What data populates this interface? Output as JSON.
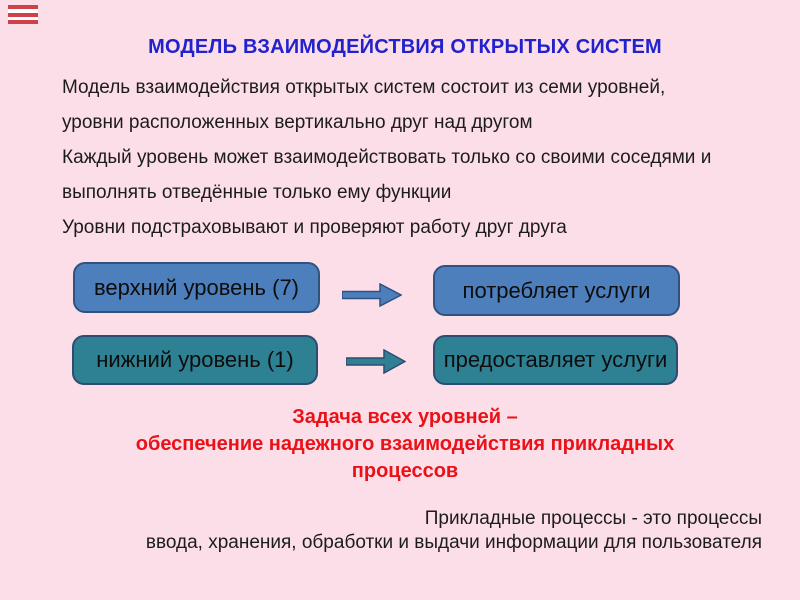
{
  "slide": {
    "background_color": "#fcdee9",
    "title": "МОДЕЛЬ ВЗАИМОДЕЙСТВИЯ ОТКРЫТЫХ СИСТЕМ",
    "title_color": "#2222cc",
    "intro_lines": [
      "Модель взаимодействия открытых систем состоит из семи уровней,",
      "уровни расположенных вертикально друг над другом",
      "Каждый уровень может взаимодействовать только со своими соседями и",
      "выполнять отведённые только ему функции",
      "Уровни подстраховывают и проверяют работу друг друга"
    ],
    "diagram": {
      "rows": [
        {
          "left_label": "верхний уровень (7)",
          "right_label": "потребляет услуги",
          "fill_color": "#4e7fbd",
          "border_color": "#2f527f",
          "arrow_icon": "right-arrow"
        },
        {
          "left_label": "нижний уровень (1)",
          "right_label": "предоставляет услуги",
          "fill_color": "#2e8093",
          "border_color": "#2e4c72",
          "arrow_icon": "right-arrow"
        }
      ]
    },
    "task_lines": [
      "Задача всех  уровней –",
      "обеспечение надежного взаимодействия прикладных",
      "процессов"
    ],
    "task_color": "#ea1217",
    "footer_lines": [
      "Прикладные процессы - это процессы",
      "ввода, хранения, обработки и выдачи информации для пользователя"
    ],
    "decoration": {
      "corner_mark_colors": [
        "#cf4048",
        "#ffffff"
      ]
    }
  }
}
